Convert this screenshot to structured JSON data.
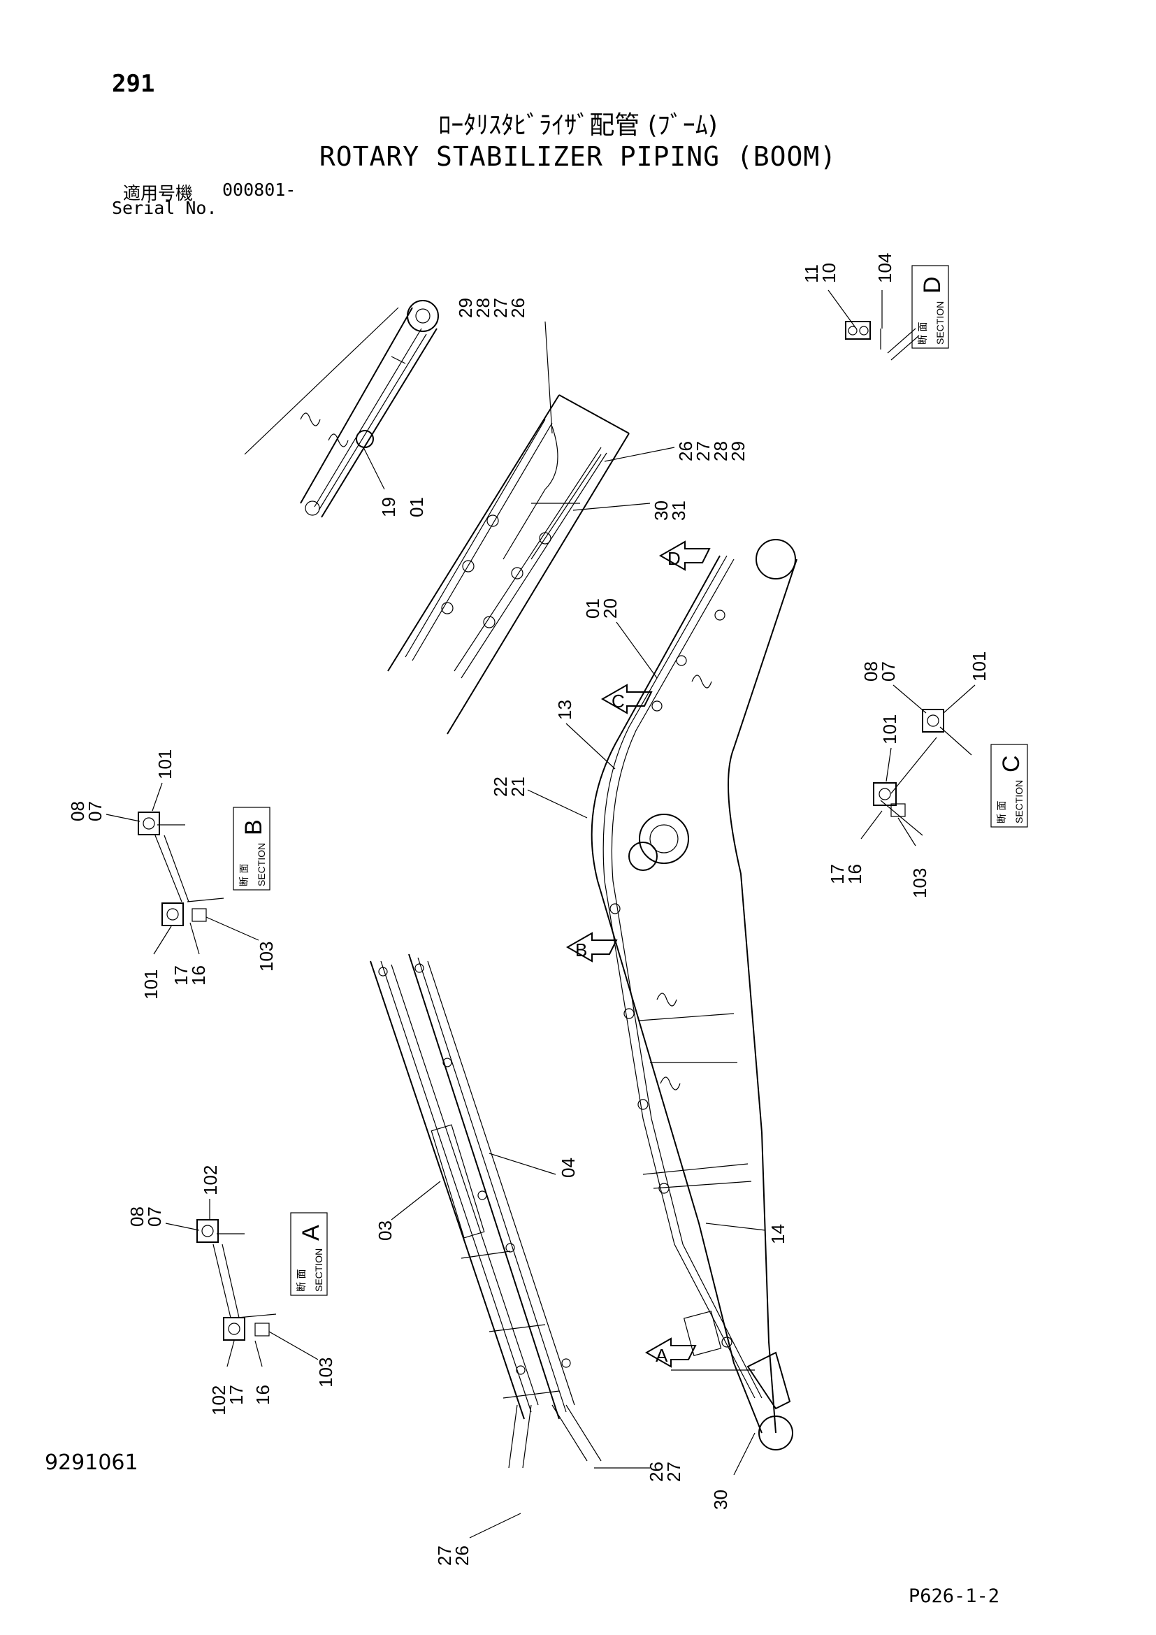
{
  "header": {
    "page_number": "291",
    "title_jp": "ﾛｰﾀﾘｽﾀﾋﾞﾗｲｻﾞ配管 (ﾌﾞｰﾑ)",
    "title_en": "ROTARY STABILIZER PIPING (BOOM)",
    "serial_label_jp": "適用号機",
    "serial_value": "000801-",
    "serial_label_en": "Serial No."
  },
  "footer": {
    "drawing_number": "9291061",
    "sheet_ref": "P626-1-2"
  },
  "section_boxes": {
    "label_jp": "断 面",
    "label_en": "SECTION",
    "A": "A",
    "B": "B",
    "C": "C",
    "D": "D"
  },
  "view_arrows": {
    "A": "A",
    "B": "B",
    "C": "C",
    "D": "D"
  },
  "callouts": {
    "top_left_detail": [
      "19",
      "01"
    ],
    "top_detail_upper": [
      "29",
      "28",
      "27",
      "26"
    ],
    "top_detail_right": [
      "26",
      "27",
      "28",
      "29"
    ],
    "top_detail_pipe": [
      "30",
      "31"
    ],
    "main_boom_upper": [
      "01",
      "20"
    ],
    "main_boom_13": "13",
    "main_boom_21": [
      "22",
      "21"
    ],
    "main_boom_14": "14",
    "main_boom_30": "30",
    "lower_detail_03": "03",
    "lower_detail_04": "04",
    "lower_detail_right": [
      "26",
      "27"
    ],
    "lower_detail_left": [
      "27",
      "26"
    ],
    "sec_d": [
      "11",
      "10",
      "104"
    ],
    "sec_c_top": [
      "08",
      "07",
      "101"
    ],
    "sec_c_mid": "101",
    "sec_c_bottom": [
      "17",
      "16",
      "103"
    ],
    "sec_b_top": [
      "08",
      "07",
      "101"
    ],
    "sec_b_bottom": [
      "101",
      "17",
      "16",
      "103"
    ],
    "sec_a_top": [
      "08",
      "07",
      "102"
    ],
    "sec_a_bottom": [
      "102",
      "17",
      "16",
      "103"
    ]
  }
}
